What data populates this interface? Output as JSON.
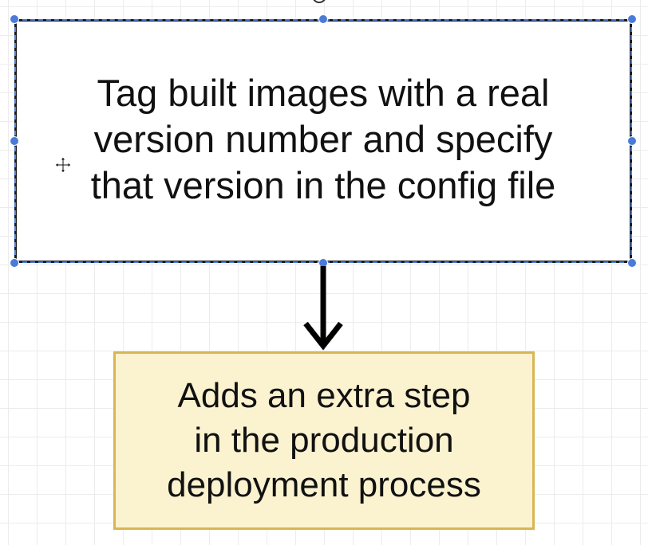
{
  "diagram": {
    "nodes": [
      {
        "id": "tag-images",
        "lines": [
          "Tag built images with a real",
          "version number and specify",
          "that version in the config file"
        ],
        "selected": true
      },
      {
        "id": "extra-step",
        "lines": [
          "Adds an extra step",
          "in the production",
          "deployment process"
        ],
        "selected": false
      }
    ],
    "edges": [
      {
        "from": "tag-images",
        "to": "extra-step"
      }
    ]
  },
  "colors": {
    "selection_handle": "#4a7bd8",
    "result_fill": "#fbf2cf",
    "result_border": "#d8b654",
    "node_border": "#1a1a1a",
    "arrow": "#000000"
  },
  "icons": {
    "cursor": "move-cursor-icon",
    "rotate": "rotate-handle-icon"
  }
}
